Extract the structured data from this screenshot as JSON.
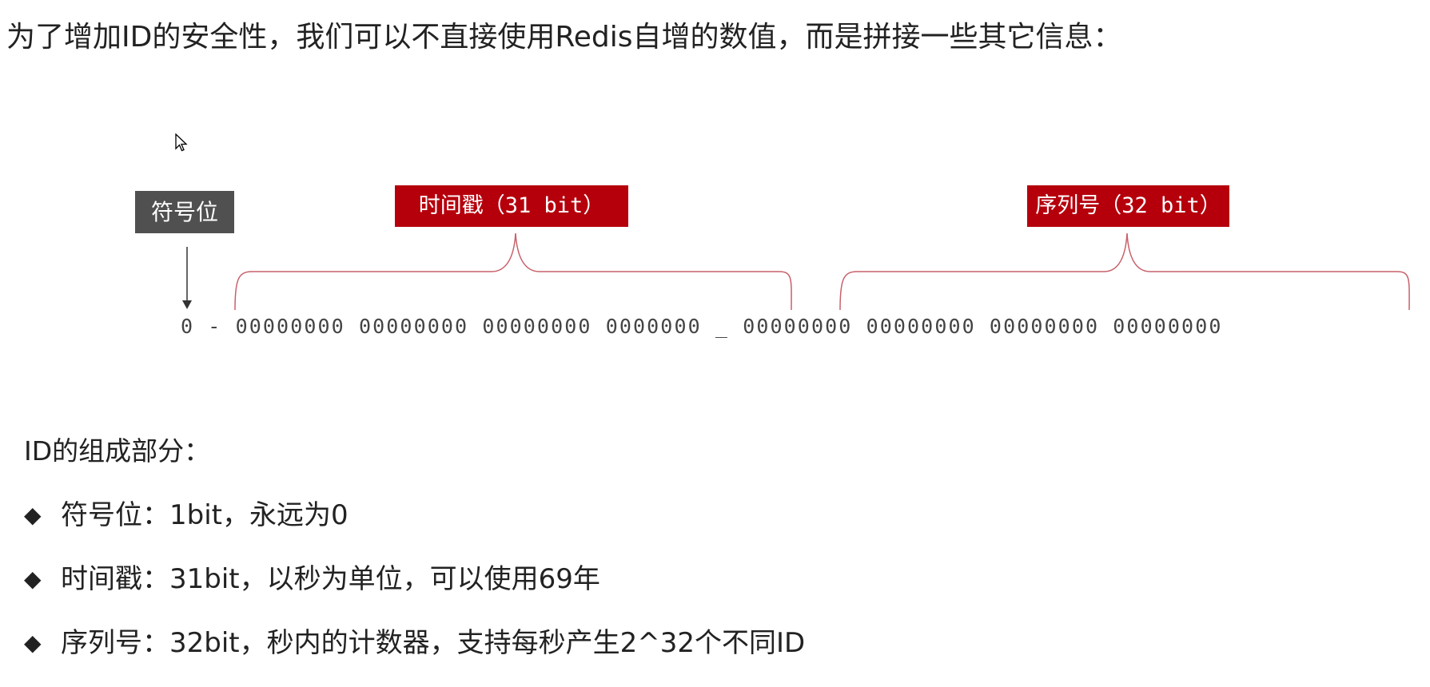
{
  "intro_text": "为了增加ID的安全性，我们可以不直接使用Redis自增的数值，而是拼接一些其它信息：",
  "diagram": {
    "sign_label": "符号位",
    "timestamp_label": "时间戳（31 bit）",
    "sequence_label": "序列号（32 bit）",
    "bit_row": "0 - 00000000 00000000 00000000 0000000 _ 00000000 00000000 00000000 00000000",
    "colors": {
      "label_red": "#b5000c",
      "label_gray": "#505050",
      "brace": "#c7606a"
    }
  },
  "composition": {
    "title": "ID的组成部分：",
    "items": [
      "符号位：1bit，永远为0",
      "时间戳：31bit，以秒为单位，可以使用69年",
      "序列号：32bit，秒内的计数器，支持每秒产生2^32个不同ID"
    ],
    "bullet": "◆"
  }
}
